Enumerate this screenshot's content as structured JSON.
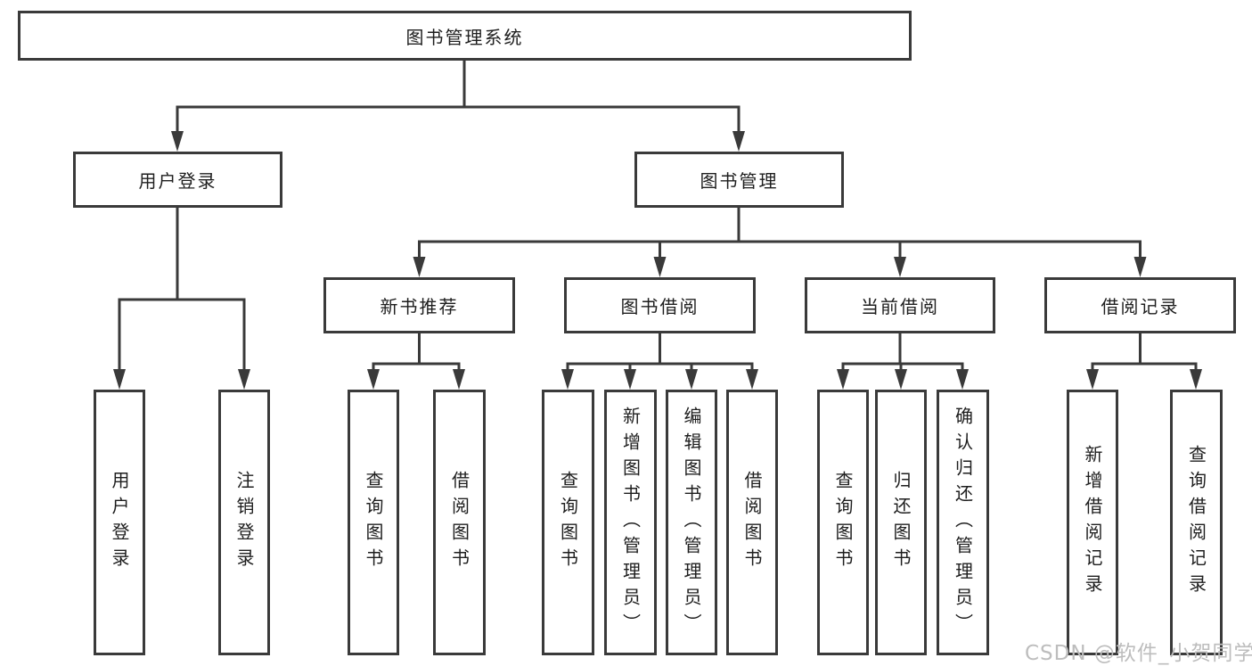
{
  "tree": {
    "root": {
      "label": "图书管理系统"
    },
    "branches": [
      {
        "label": "用户登录",
        "children": [
          {
            "label": "用户登录"
          },
          {
            "label": "注销登录"
          }
        ]
      },
      {
        "label": "图书管理",
        "subgroups": [
          {
            "label": "新书推荐",
            "children": [
              {
                "label": "查询图书"
              },
              {
                "label": "借阅图书"
              }
            ]
          },
          {
            "label": "图书借阅",
            "children": [
              {
                "label": "查询图书"
              },
              {
                "label": "新增图书（管理员）"
              },
              {
                "label": "编辑图书（管理员）"
              },
              {
                "label": "借阅图书"
              }
            ]
          },
          {
            "label": "当前借阅",
            "children": [
              {
                "label": "查询图书"
              },
              {
                "label": "归还图书"
              },
              {
                "label": "确认归还（管理员）"
              }
            ]
          },
          {
            "label": "借阅记录",
            "children": [
              {
                "label": "新增借阅记录"
              },
              {
                "label": "查询借阅记录"
              }
            ]
          }
        ]
      }
    ]
  },
  "watermark": {
    "text": "CSDN @软件_小贺同学"
  },
  "colors": {
    "line": "#3a3a3a",
    "box_border": "#3a3a3a",
    "text": "#1e1e1e",
    "watermark": "#bdbdbd"
  }
}
